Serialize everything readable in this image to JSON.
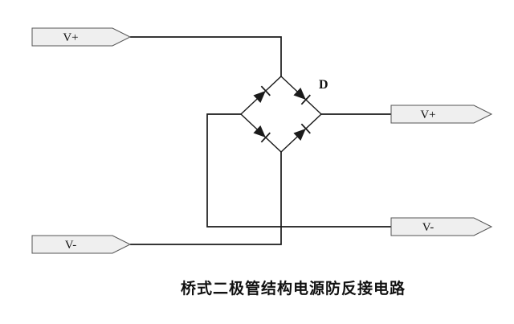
{
  "labels": {
    "top_left_input": "V+",
    "bottom_left_input": "V-",
    "right_top_output": "V+",
    "right_bottom_output": "V-",
    "diode_group": "D"
  },
  "caption": "桥式二极管结构电源防反接电路",
  "colors": {
    "wire": "#1a1a1a",
    "label_fill": "#efefef",
    "label_border": "#555555",
    "background": "#ffffff"
  }
}
